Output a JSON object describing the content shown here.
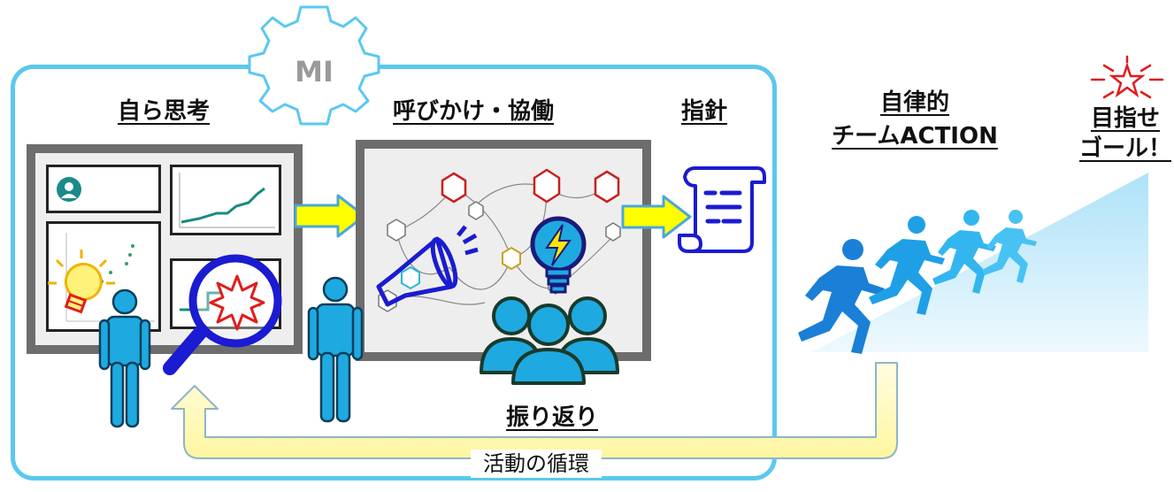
{
  "gear": {
    "label": "MI"
  },
  "steps": {
    "self_thinking": "自ら思考",
    "call_collab": "呼びかけ・協働",
    "guideline": "指針",
    "reflection": "振り返り"
  },
  "team": {
    "line1": "自律的",
    "line2": "チームACTION"
  },
  "goal": {
    "line1": "目指せ",
    "line2": "ゴール！"
  },
  "cycle": {
    "label": "活動の循環"
  },
  "colors": {
    "frame": "#5bc8f0",
    "figure": "#1fa9e1",
    "arrow_fill": "#ffff00",
    "arrow_border": "#4aa8d8",
    "magnifier": "#1b1bd1",
    "bulb": "#fff27a",
    "burst": "#e21b1b",
    "slope_top": "#b9e6f9",
    "slope_bottom": "#e6f6fd"
  },
  "icons": [
    "gear-icon",
    "person-icon",
    "magnifier-icon",
    "lightbulb-icon",
    "burst-icon",
    "megaphone-icon",
    "team-icon",
    "scroll-icon",
    "runner-icon",
    "star-burst-icon",
    "arrow-right-icon",
    "cycle-arrow-icon"
  ]
}
